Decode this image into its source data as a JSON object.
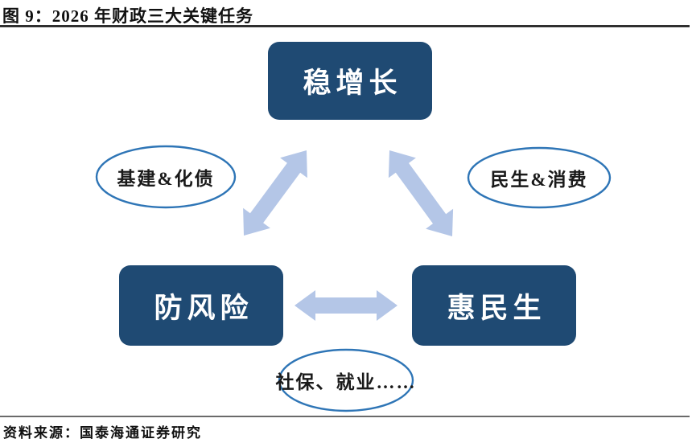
{
  "figure": {
    "title": "图 9：2026 年财政三大关键任务",
    "source": "资料来源：国泰海通证券研究"
  },
  "diagram": {
    "nodes": [
      {
        "id": "top",
        "label": "稳增长"
      },
      {
        "id": "bottom-left",
        "label": "防风险"
      },
      {
        "id": "bottom-right",
        "label": "惠民生"
      }
    ],
    "ellipses": [
      {
        "id": "left",
        "label": "基建&化债"
      },
      {
        "id": "right",
        "label": "民生&消费"
      },
      {
        "id": "bottom",
        "label": "社保、就业……"
      }
    ],
    "arrows": [
      {
        "id": "top-to-bottom-left",
        "type": "double-headed"
      },
      {
        "id": "top-to-bottom-right",
        "type": "double-headed"
      },
      {
        "id": "bottom-left-to-bottom-right",
        "type": "double-headed"
      }
    ],
    "colors": {
      "node_fill": "#1F4A73",
      "node_text": "#FFFFFF",
      "arrow_fill": "#B4C6E7",
      "ellipse_stroke": "#2E75B6",
      "label_text": "#1a1a1a"
    }
  }
}
